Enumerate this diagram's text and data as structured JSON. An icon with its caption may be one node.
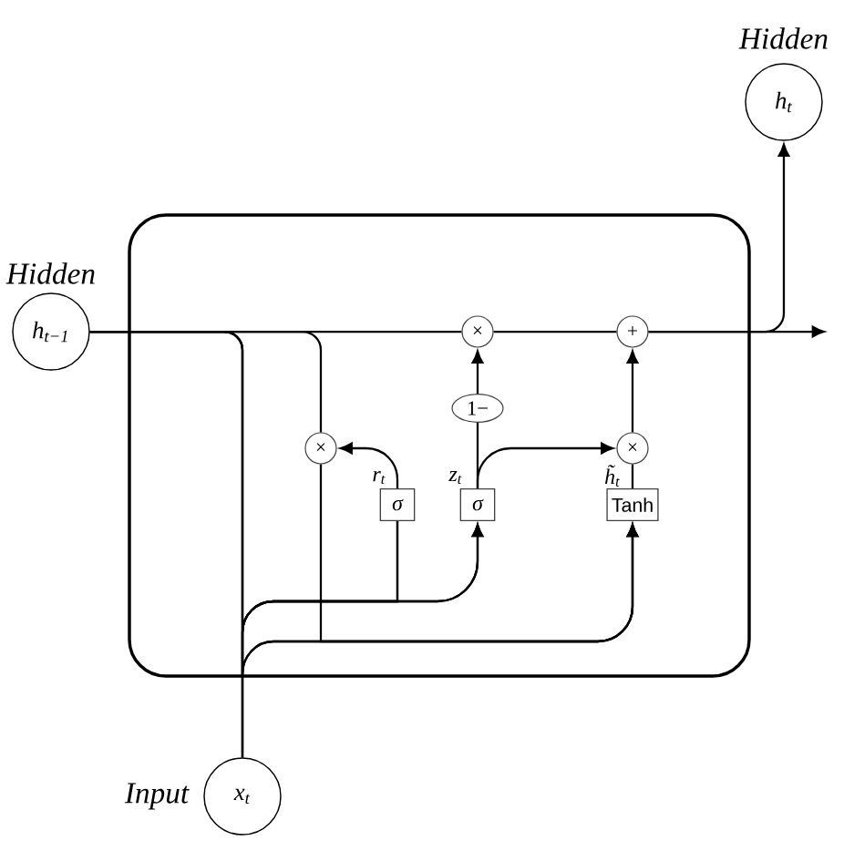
{
  "diagram": {
    "nodes": [
      {
        "text": [
          "h$_{t}$"
        ],
        "beside": [
          "Hidden"
        ]
      },
      {
        "text": [
          "h$_{t−1}$"
        ],
        "beside": [
          "Hidden"
        ]
      },
      {
        "text": [],
        "shape": "box"
      },
      {
        "text": [
          "×"
        ],
        "in": 2
      },
      {
        "text": [
          "+"
        ],
        "in": 2
      },
      {
        "text": [
          "1−"
        ],
        "in": 2
      },
      {
        "text": [
          "×"
        ],
        "in": 2
      },
      {
        "text": [
          "×"
        ],
        "in": 2
      },
      {
        "text": [
          "σ"
        ],
        "beside": [
          "r$_{t}$"
        ],
        "in": 2
      },
      {
        "text": [
          "σ"
        ],
        "beside": [
          "z$_{t}$"
        ],
        "in": 2
      },
      {
        "text": [
          "Tanh"
        ],
        "beside": [
          "h̃$_{t}$"
        ],
        "in": 2
      },
      {
        "text": [
          "x$_{t}$"
        ],
        "beside": [
          "Input"
        ]
      }
    ],
    "edges": [
      {
        "from": 1,
        "to": 3,
        "arrow": "none"
      },
      {
        "from": 3,
        "to": 4,
        "arrow": "none"
      },
      {
        "from": 4,
        "to": null,
        "arrow": "to"
      },
      {
        "from": 4,
        "to": 0,
        "arrow": "to"
      },
      {
        "from": 1,
        "to": 6,
        "arrow": "none"
      },
      {
        "from": 1,
        "to": 8,
        "arrow": "none"
      },
      {
        "from": 1,
        "to": 9,
        "arrow": "to"
      },
      {
        "from": 1,
        "to": 10,
        "arrow": "to"
      },
      {
        "from": 11,
        "to": 8,
        "arrow": "none"
      },
      {
        "from": 11,
        "to": 9,
        "arrow": "to"
      },
      {
        "from": 11,
        "to": 10,
        "arrow": "to"
      },
      {
        "from": 6,
        "to": 10,
        "arrow": "to"
      },
      {
        "from": 8,
        "to": 6,
        "arrow": "to"
      },
      {
        "from": 9,
        "to": 5,
        "arrow": "none"
      },
      {
        "from": 5,
        "to": 3,
        "arrow": "to"
      },
      {
        "from": 9,
        "to": 7,
        "arrow": "to"
      },
      {
        "from": 10,
        "to": 7,
        "arrow": "none"
      },
      {
        "from": 7,
        "to": 4,
        "arrow": "to"
      }
    ]
  }
}
